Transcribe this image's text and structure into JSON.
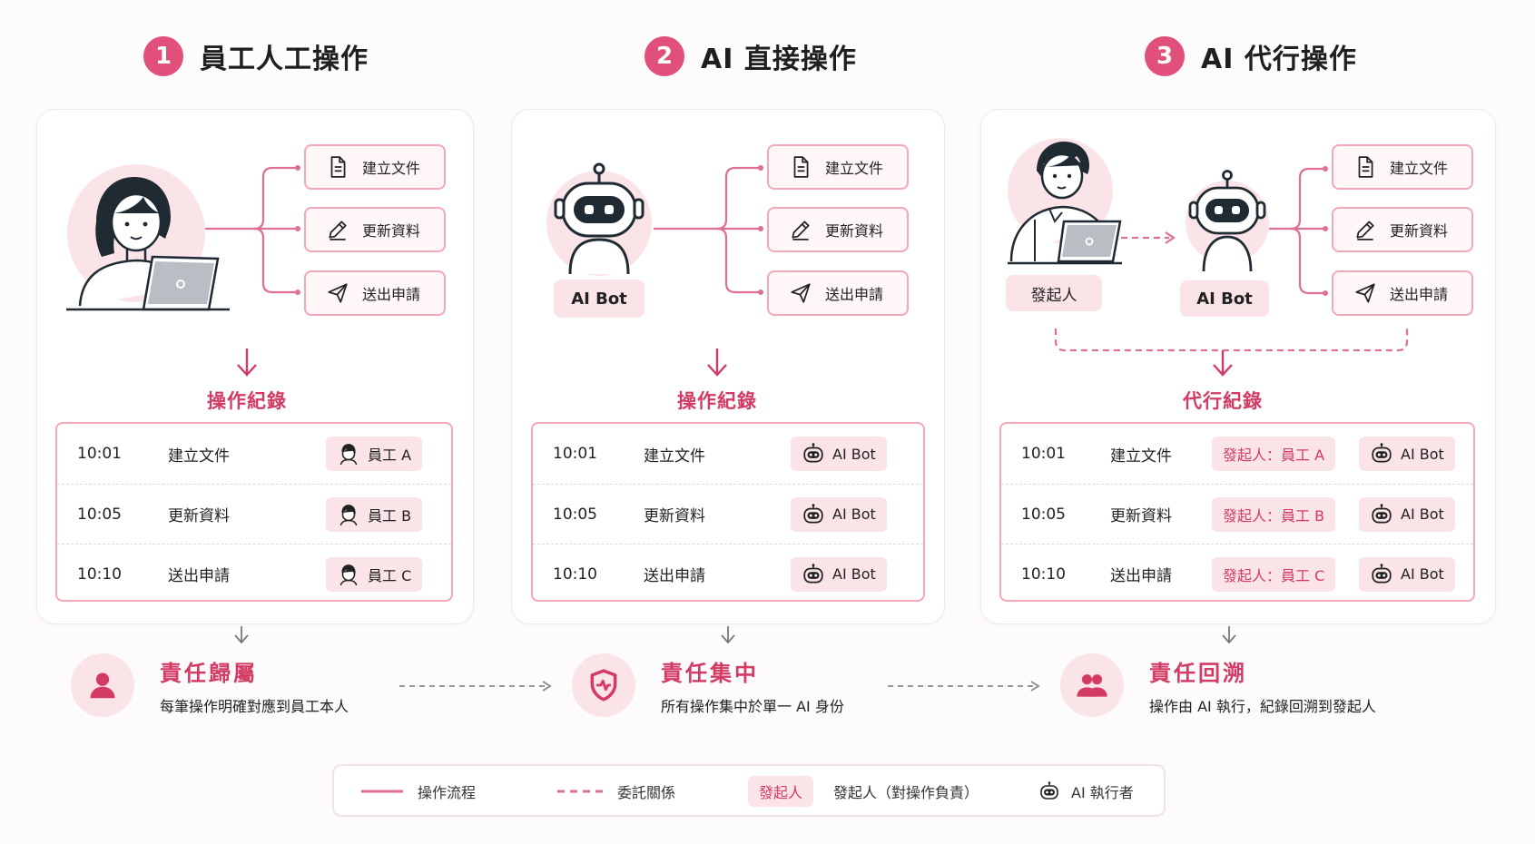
{
  "sections": [
    {
      "num": "1",
      "title": "員工人工操作"
    },
    {
      "num": "2",
      "title": "AI 直接操作"
    },
    {
      "num": "3",
      "title": "AI 代行操作"
    }
  ],
  "actions": [
    "建立文件",
    "更新資料",
    "送出申請"
  ],
  "panel1": {
    "log_title": "操作紀錄",
    "rows": [
      {
        "time": "10:01",
        "action": "建立文件",
        "actor": "員工 A"
      },
      {
        "time": "10:05",
        "action": "更新資料",
        "actor": "員工 B"
      },
      {
        "time": "10:10",
        "action": "送出申請",
        "actor": "員工 C"
      }
    ]
  },
  "panel2": {
    "bot_label": "AI Bot",
    "log_title": "操作紀錄",
    "rows": [
      {
        "time": "10:01",
        "action": "建立文件",
        "actor": "AI Bot"
      },
      {
        "time": "10:05",
        "action": "更新資料",
        "actor": "AI Bot"
      },
      {
        "time": "10:10",
        "action": "送出申請",
        "actor": "AI Bot"
      }
    ]
  },
  "panel3": {
    "initiator_label": "發起人",
    "bot_label": "AI Bot",
    "log_title": "代行紀錄",
    "rows": [
      {
        "time": "10:01",
        "action": "建立文件",
        "initiator": "發起人：員工 A",
        "actor": "AI Bot"
      },
      {
        "time": "10:05",
        "action": "更新資料",
        "initiator": "發起人：員工 B",
        "actor": "AI Bot"
      },
      {
        "time": "10:10",
        "action": "送出申請",
        "initiator": "發起人：員工 C",
        "actor": "AI Bot"
      }
    ]
  },
  "responsibility": [
    {
      "title": "責任歸屬",
      "desc": "每筆操作明確對應到員工本人",
      "icon": "person-icon"
    },
    {
      "title": "責任集中",
      "desc": "所有操作集中於單一 AI 身份",
      "icon": "shield-icon"
    },
    {
      "title": "責任回溯",
      "desc": "操作由 AI 執行，紀錄回溯到發起人",
      "icon": "people-icon"
    }
  ],
  "legend": {
    "flow": "操作流程",
    "delegation": "委託關係",
    "initiator_chip": "發起人",
    "initiator_desc": "發起人（對操作負責）",
    "executor": "AI 執行者"
  },
  "colors": {
    "accent": "#e0507a",
    "accent_text": "#d33b64",
    "pink_light": "#fbe4e8",
    "border_pink": "#f3a8b6"
  }
}
